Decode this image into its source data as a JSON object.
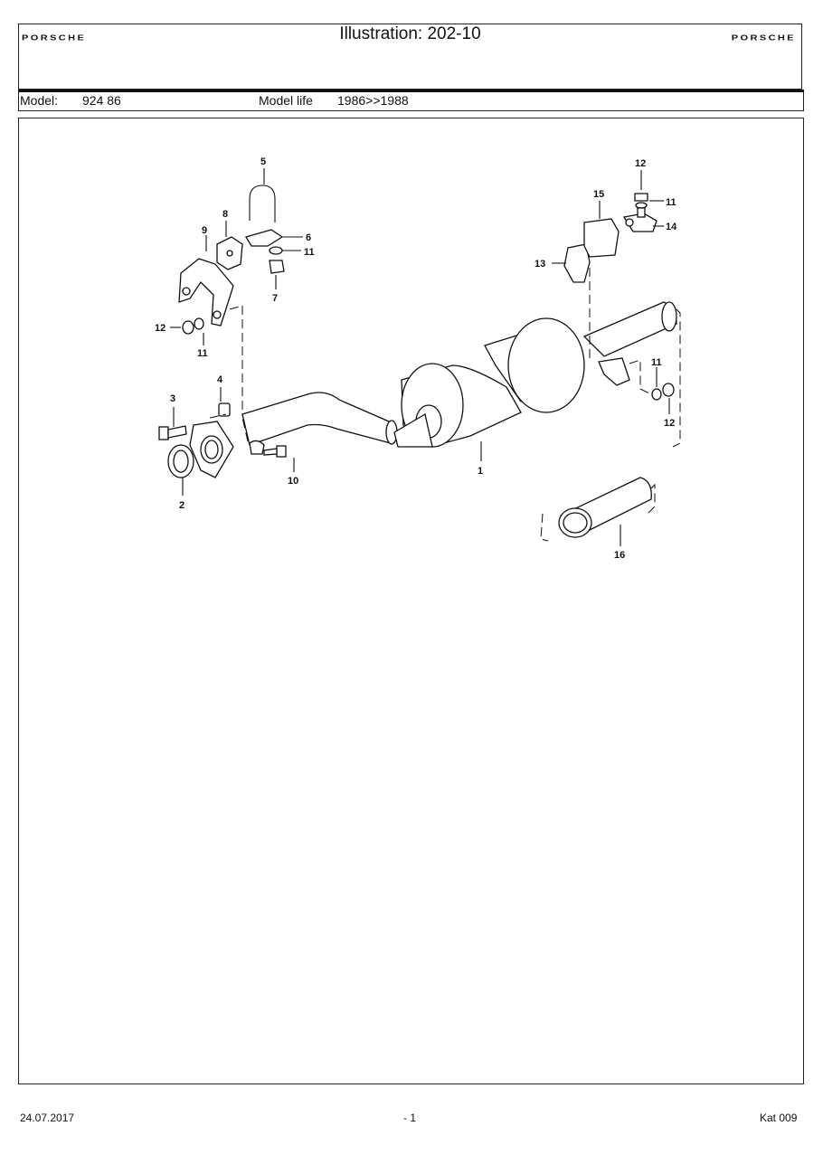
{
  "header": {
    "brand_left": "PORSCHE",
    "brand_right": "PORSCHE",
    "title": "Illustration: 202-10"
  },
  "model_row": {
    "model_label": "Model:",
    "model_value": "924 86",
    "life_label": "Model life",
    "life_value": "1986>>1988"
  },
  "illustration": {
    "callouts": [
      "1",
      "2",
      "3",
      "4",
      "5",
      "6",
      "7",
      "8",
      "9",
      "10",
      "11",
      "12",
      "13",
      "14",
      "15",
      "16"
    ]
  },
  "footer": {
    "date": "24.07.2017",
    "page": "- 1",
    "catalog": "Kat 009"
  }
}
